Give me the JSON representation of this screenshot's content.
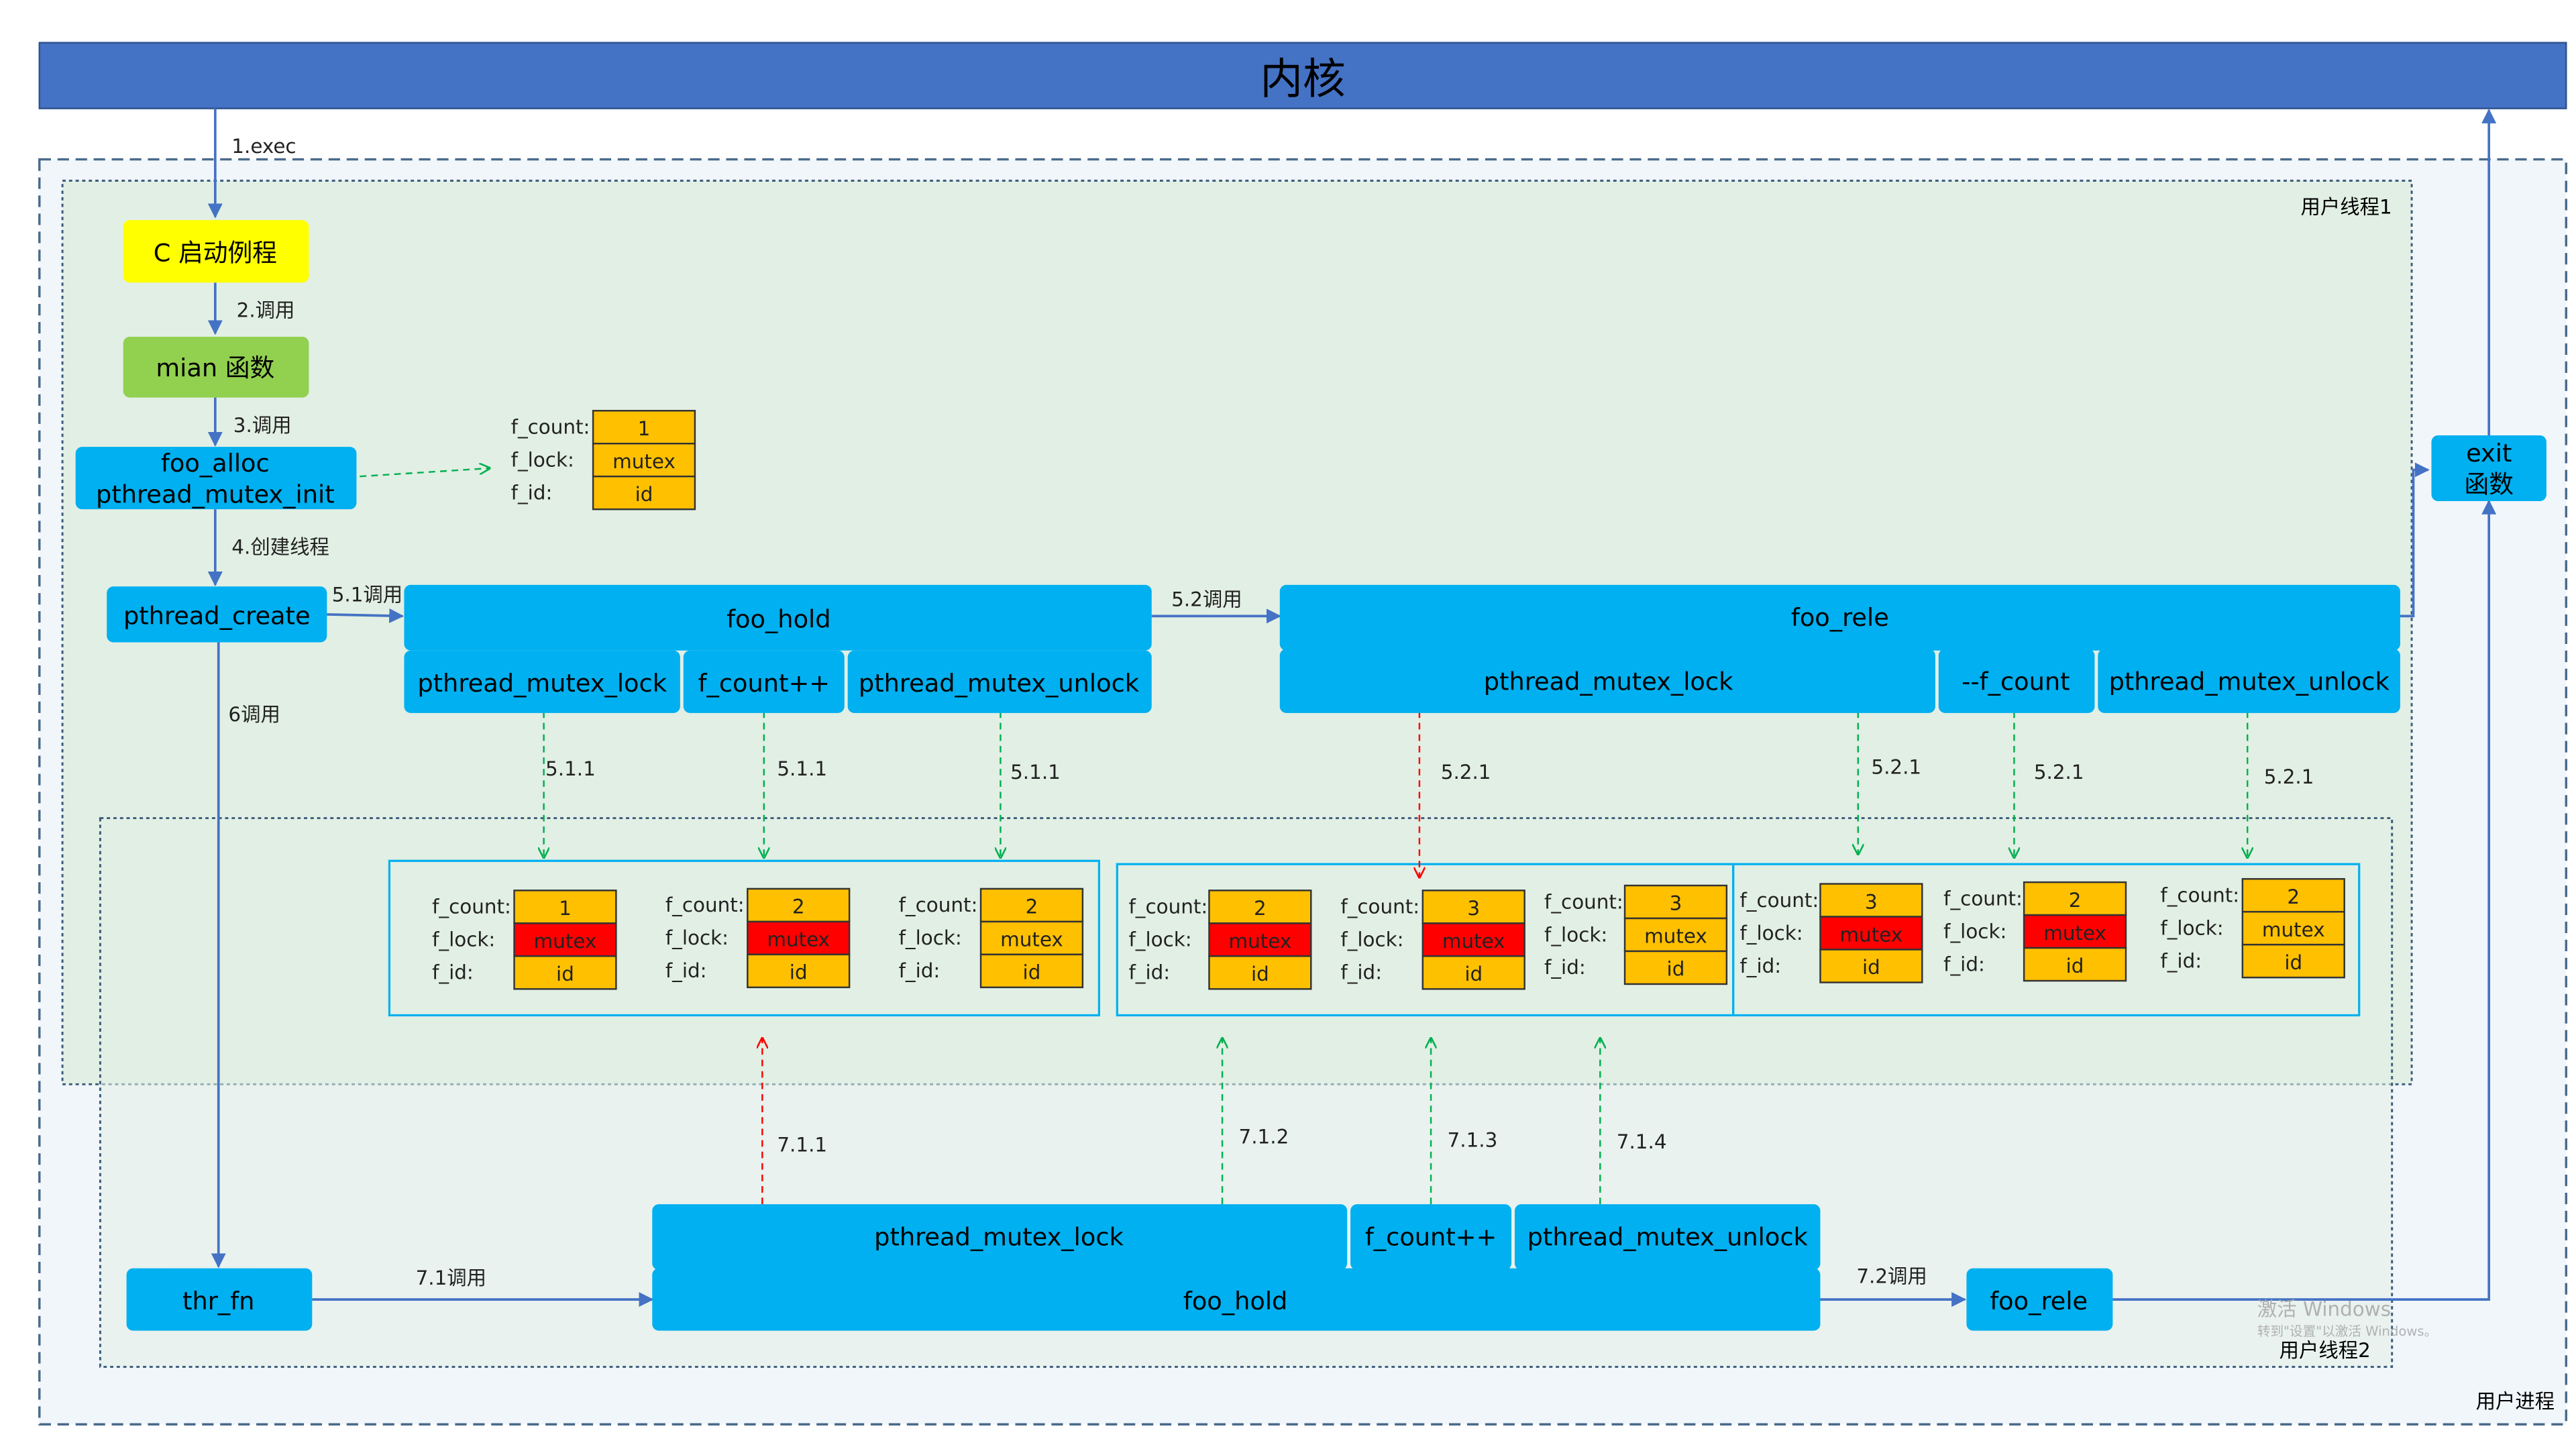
{
  "kernel": {
    "title": "内核"
  },
  "regions": {
    "process": "用户进程",
    "thread1": "用户线程1",
    "thread2": "用户线程2"
  },
  "boxes": {
    "c_start": "C 启动例程",
    "main_fn": "mian 函数",
    "foo_alloc_line1": "foo_alloc",
    "foo_alloc_line2": "pthread_mutex_init",
    "pthread_create": "pthread_create",
    "exit_line1": "exit",
    "exit_line2": "函数",
    "foo_hold_1": "foo_hold",
    "foo_rele_1": "foo_rele",
    "lock": "pthread_mutex_lock",
    "unlock": "pthread_mutex_unlock",
    "inc": "f_count++",
    "dec": "--f_count",
    "thr_fn": "thr_fn",
    "foo_hold_2": "foo_hold",
    "foo_rele_2": "foo_rele"
  },
  "edge_labels": {
    "e1": "1.exec",
    "e2": "2.调用",
    "e3": "3.调用",
    "e4": "4.创建线程",
    "e51": "5.1调用",
    "e52": "5.2调用",
    "e6": "6调用",
    "e71": "7.1调用",
    "e72": "7.2调用",
    "d511": "5.1.1",
    "d521": "5.2.1",
    "d711": "7.1.1",
    "d712": "7.1.2",
    "d713": "7.1.3",
    "d714": "7.1.4"
  },
  "fields": {
    "count": "f_count:",
    "lock": "f_lock:",
    "id": "f_id:"
  },
  "cells": {
    "mutex": "mutex",
    "id": "id"
  },
  "struct_states": [
    {
      "count": "1",
      "locked": false
    },
    {
      "count": "1",
      "locked": true
    },
    {
      "count": "2",
      "locked": true
    },
    {
      "count": "2",
      "locked": false
    },
    {
      "count": "2",
      "locked": true
    },
    {
      "count": "3",
      "locked": true
    },
    {
      "count": "3",
      "locked": false
    },
    {
      "count": "3",
      "locked": true
    },
    {
      "count": "2",
      "locked": true
    },
    {
      "count": "2",
      "locked": false
    }
  ],
  "watermark": {
    "line1": "激活 Windows",
    "line2": "转到\"设置\"以激活 Windows。"
  },
  "colors": {
    "kernel_bar": "#4472c4",
    "blue_box": "#00b0f0",
    "yellow_box": "#ffff00",
    "green_box": "#92d050",
    "cell_orange": "#ffc000",
    "cell_red": "#ff0000",
    "arrow_blue": "#4472c4",
    "arrow_green": "#00b050",
    "arrow_red": "#ff0000",
    "region_green": "#e2efe4"
  }
}
